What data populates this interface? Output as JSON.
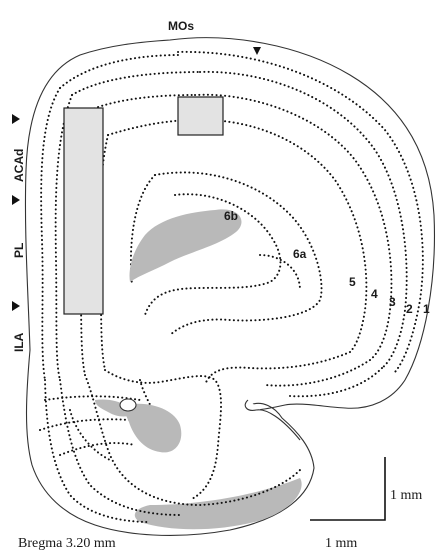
{
  "labels": {
    "mos": "MOs",
    "acad": "ACAd",
    "pl": "PL",
    "ila": "ILA"
  },
  "layers": {
    "l1": "1",
    "l2": "2",
    "l3": "3",
    "l4": "4",
    "l5": "5",
    "l6a": "6a",
    "l6b": "6b"
  },
  "bregma": "Bregma 3.20 mm",
  "scalebar": {
    "vertical": "1 mm",
    "horizontal": "1 mm"
  },
  "colors": {
    "rect_fill": "#e3e3e3",
    "white_matter": "#b9b9b9",
    "outline": "#333333"
  }
}
